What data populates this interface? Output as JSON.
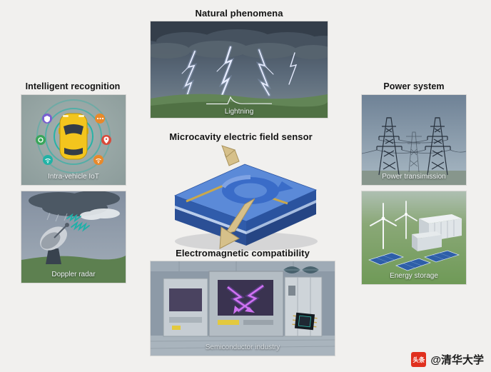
{
  "panels": {
    "natural": {
      "title": "Natural phenomena",
      "caption": "Lightning"
    },
    "intelligent": {
      "title": "Intelligent recognition",
      "iot_caption": "Intra-vehicle IoT",
      "radar_caption": "Doppler radar"
    },
    "power": {
      "title": "Power system",
      "transmission_caption": "Power transimission",
      "storage_caption": "Energy storage"
    },
    "sensor": {
      "title": "Microcavity electric field sensor"
    },
    "emc": {
      "title": "Electromagnetic compatibility",
      "caption": "Semiconductor industry"
    }
  },
  "watermark": {
    "badge": "头条",
    "text": "@清华大学"
  },
  "colors": {
    "accent_teal": "#21b3a6",
    "car_yellow": "#f3c51d",
    "chip_blue": "#4a7fd0",
    "gold": "#c9a84c",
    "badge_red": "#e0301e",
    "storm_sky": "#4a5867",
    "field_green": "#5e8352"
  }
}
